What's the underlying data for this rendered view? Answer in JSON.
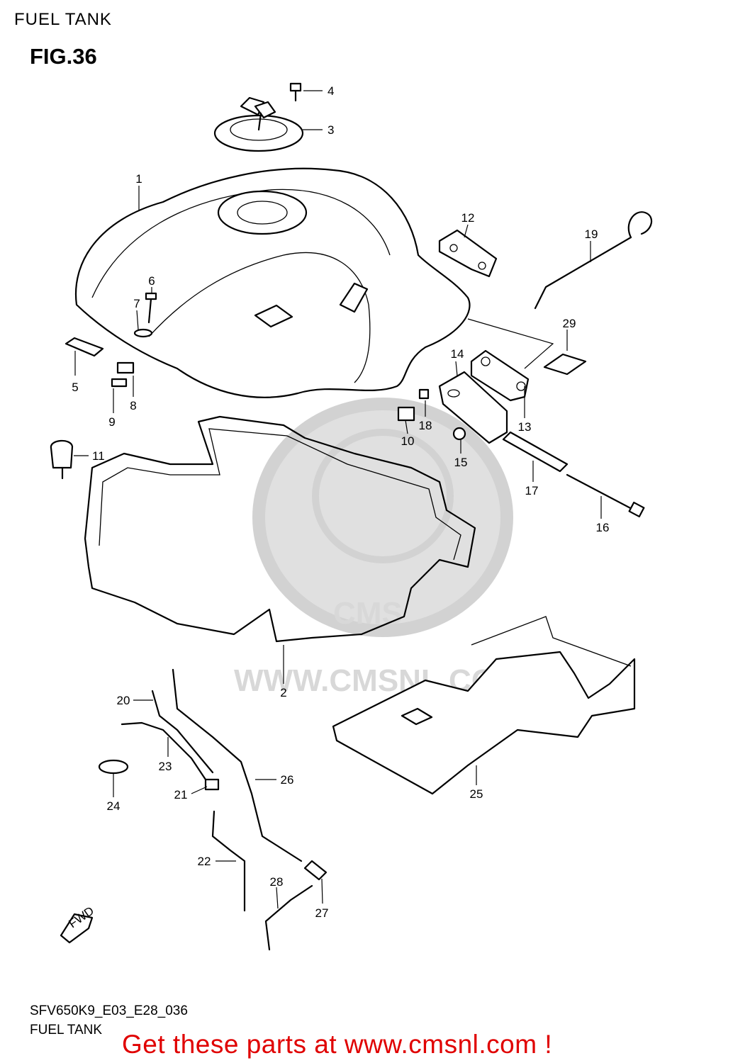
{
  "header": {
    "title": "FUEL TANK",
    "figure": "FIG.36"
  },
  "watermark": {
    "url": "WWW.CMSNL.COM",
    "logo": "CMS",
    "color": "#d0d0d0"
  },
  "callouts": {
    "c1": "1",
    "c2": "2",
    "c3": "3",
    "c4": "4",
    "c5": "5",
    "c6": "6",
    "c7": "7",
    "c8": "8",
    "c9": "9",
    "c10": "10",
    "c11": "11",
    "c12": "12",
    "c13": "13",
    "c14": "14",
    "c15": "15",
    "c16": "16",
    "c17": "17",
    "c18": "18",
    "c19": "19",
    "c20": "20",
    "c21": "21",
    "c22": "22",
    "c23": "23",
    "c24": "24",
    "c25": "25",
    "c26": "26",
    "c27": "27",
    "c28": "28",
    "c29": "29"
  },
  "fwd_label": "FWD",
  "footer": {
    "model_code": "SFV650K9_E03_E28_036",
    "title": "FUEL TANK",
    "cta": "Get these parts at www.cmsnl.com !",
    "cta_color": "#e00000"
  }
}
